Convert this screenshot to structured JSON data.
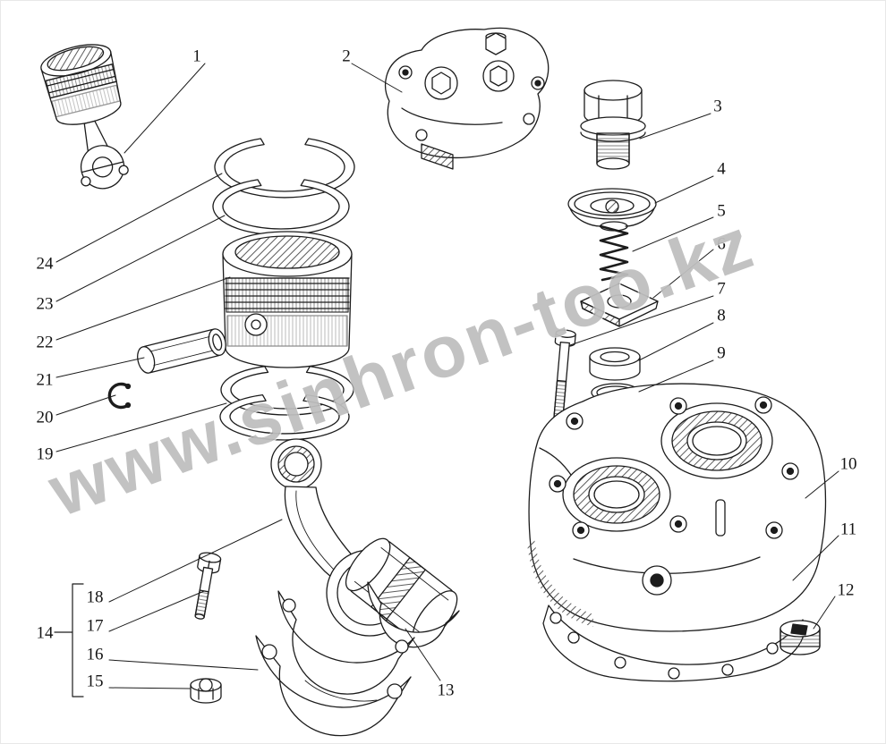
{
  "figure": {
    "type": "exploded-parts-diagram",
    "subject": "compressor piston, cylinder head and crankcase assembly"
  },
  "colors": {
    "background": "#ffffff",
    "ink": "#1c1c1c",
    "watermark": "#868686"
  },
  "watermark": {
    "text": "www.sinhron-too.kz"
  },
  "callouts": [
    {
      "label": "1"
    },
    {
      "label": "2"
    },
    {
      "label": "3"
    },
    {
      "label": "4"
    },
    {
      "label": "5"
    },
    {
      "label": "6"
    },
    {
      "label": "7"
    },
    {
      "label": "8"
    },
    {
      "label": "9"
    },
    {
      "label": "10"
    },
    {
      "label": "11"
    },
    {
      "label": "12"
    },
    {
      "label": "13"
    },
    {
      "label": "14"
    },
    {
      "label": "15"
    },
    {
      "label": "16"
    },
    {
      "label": "17"
    },
    {
      "label": "18"
    },
    {
      "label": "19"
    },
    {
      "label": "20"
    },
    {
      "label": "21"
    },
    {
      "label": "22"
    },
    {
      "label": "23"
    },
    {
      "label": "24"
    }
  ]
}
